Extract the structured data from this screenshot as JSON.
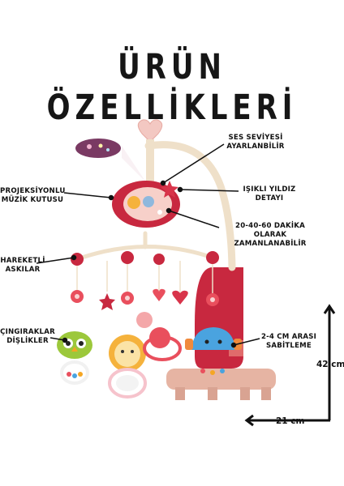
{
  "title": "ÜRÜN ÖZELLİKLERİ",
  "labels": {
    "volume": [
      "SES SEVİYESİ",
      "AYARLANBİLİR"
    ],
    "projector": [
      "PROJEKSİYONLU",
      "MÜZİK KUTUSU"
    ],
    "star_light": [
      "IŞIKLI YILDIZ",
      "DETAYI"
    ],
    "timer": [
      "20-40-60 DAKİKA",
      "OLARAK",
      "ZAMANLANABİLİR"
    ],
    "hanging_arms": [
      "HAREKETLİ",
      "ASKILAR"
    ],
    "rattles": [
      "ÇINGIRAKLAR",
      "DİŞLİKLER"
    ],
    "fixing": [
      "2-4 CM ARASI",
      "SABİTLEME"
    ]
  },
  "dimensions": {
    "height": "42 cm",
    "width": "21 cm"
  },
  "colors": {
    "accent": "#c8283f",
    "pink": "#f4a7a9",
    "arm": "#efe0c9",
    "ink": "#161616"
  }
}
